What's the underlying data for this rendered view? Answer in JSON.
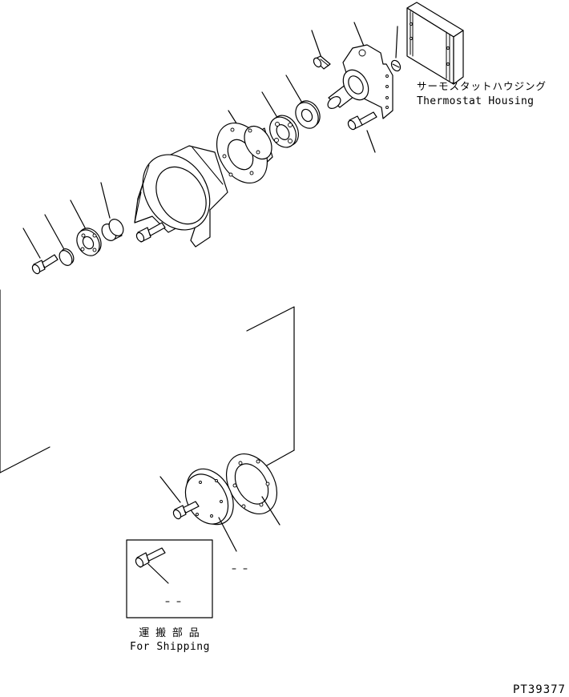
{
  "labels": {
    "thermostat_housing_jp": "サーモスタットハウジング",
    "thermostat_housing_en": "Thermostat Housing",
    "for_shipping_jp": "運 搬 部 品",
    "for_shipping_en": "For Shipping",
    "drawing_number": "PT39377"
  }
}
